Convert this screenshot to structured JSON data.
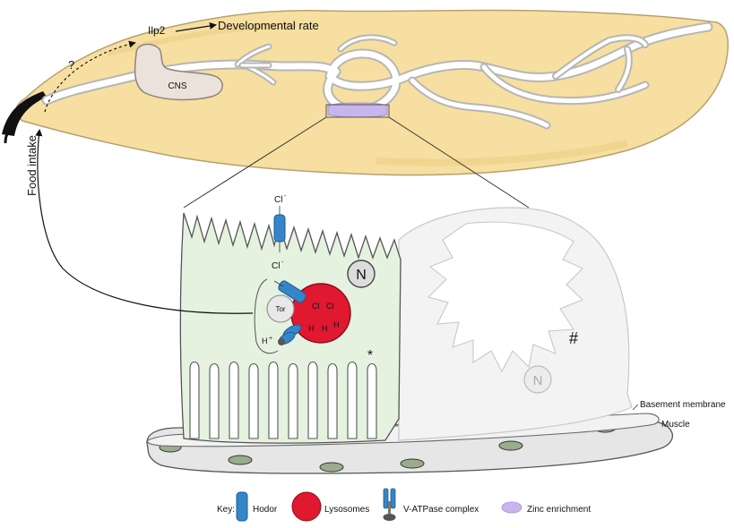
{
  "labels": {
    "developmental_rate": "Developmental rate",
    "ilp2": "Ilp2",
    "cns": "CNS",
    "question": "?",
    "food_intake": "Food intake",
    "cl_top": "Cl",
    "cl_mid": "Cl",
    "cl_lyso_1": "Cl",
    "cl_lyso_2": "Cl",
    "h_lyso_1": "H",
    "h_lyso_2": "H",
    "h_lyso_3": "H",
    "h_out": "H",
    "tor": "Tor",
    "nucleus_1": "N",
    "nucleus_2": "N",
    "asterisk": "*",
    "hash": "#",
    "basement_membrane": "Basement membrane",
    "muscle": "Muscle",
    "minus": "-",
    "plus": "+"
  },
  "key": {
    "title": "Key:",
    "items": [
      "Hodor",
      "Lysosomes",
      "V-ATPase complex",
      "Zinc enrichment"
    ]
  },
  "colors": {
    "larva_body": "#f6dfa0",
    "gut_tube": "#ffffff",
    "cns_fill": "#ebe2dc",
    "enterocyte": "#e5f2e0",
    "ghost_cell": "#f3f3f3",
    "hodor": "#3585c9",
    "lysosome": "#e01830",
    "zinc": "#c7b6ec",
    "muscle_nuclei": "#9aab8e"
  }
}
